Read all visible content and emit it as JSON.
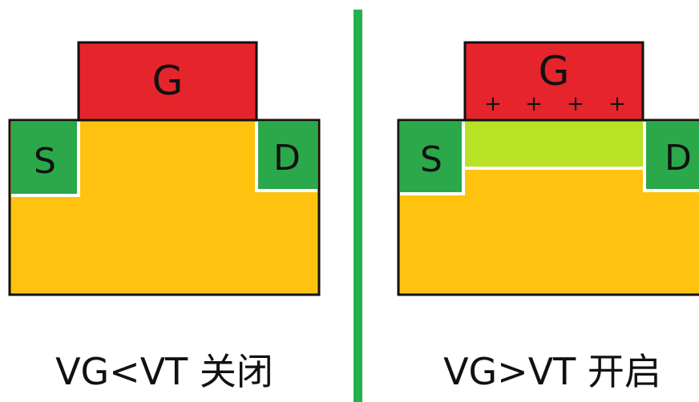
{
  "colors": {
    "substrate": "#FFC30F",
    "gate": "#E5252B",
    "source_drain": "#2BA84A",
    "channel": "#B8E224",
    "divider": "#22B14C",
    "outline": "#111111",
    "white_line": "#FFFFFF"
  },
  "left_panel": {
    "gate_label": "G",
    "source_label": "S",
    "drain_label": "D",
    "caption": "VG<VT 关闭"
  },
  "right_panel": {
    "gate_label": "G",
    "gate_charges": [
      "+",
      "+",
      "+",
      "+"
    ],
    "source_label": "S",
    "drain_label": "D",
    "caption": "VG>VT 开启"
  }
}
